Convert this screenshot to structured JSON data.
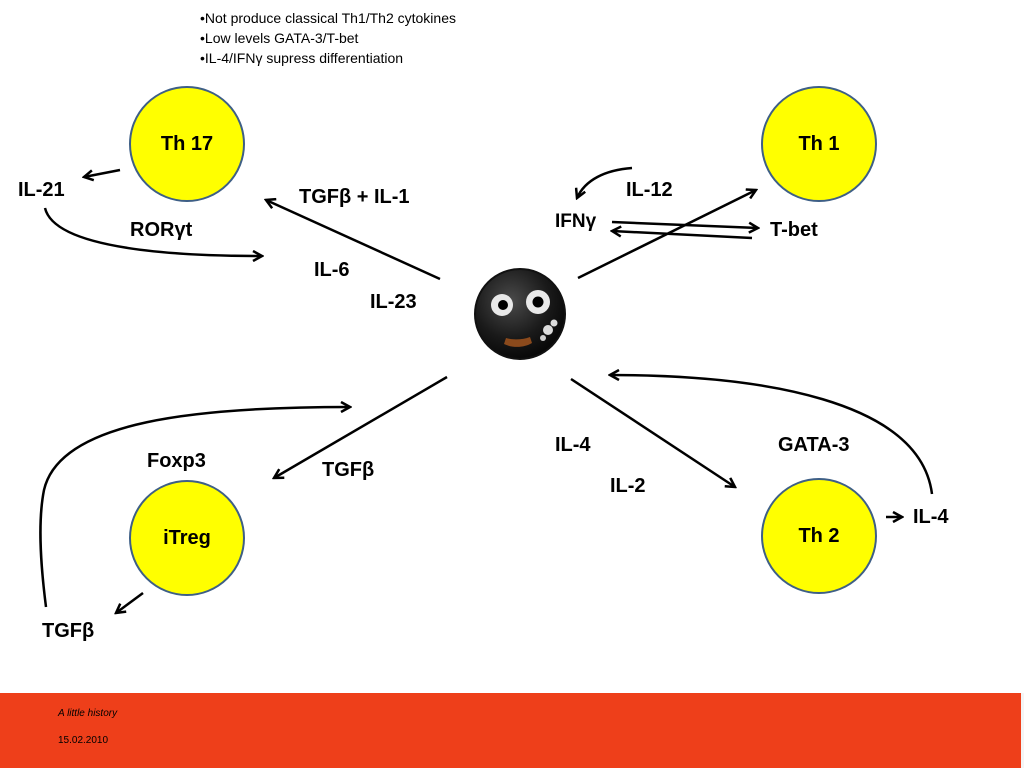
{
  "notes": [
    "Not produce classical Th1/Th2 cytokines",
    "Low levels GATA-3/T-bet",
    "IL-4/IFNγ supress differentiation"
  ],
  "cells": {
    "th17": "Th 17",
    "th1": "Th 1",
    "itreg": "iTreg",
    "th2": "Th 2"
  },
  "labels": {
    "il21": "IL-21",
    "roryt": "RORγt",
    "tgfb_il1": "TGFβ + IL-1",
    "il6": "IL-6",
    "il23": "IL-23",
    "il12": "IL-12",
    "ifng": "IFNγ",
    "tbet": "T-bet",
    "foxp3": "Foxp3",
    "tgfb_center": "TGFβ",
    "tgfb_bottom": "TGFβ",
    "il4_left": "IL-4",
    "il2": "IL-2",
    "gata3": "GATA-3",
    "il4_right": "IL-4"
  },
  "footer": {
    "subtitle": "A little history",
    "date": "15.02.2010"
  },
  "colors": {
    "cell_fill": "#ffff00",
    "cell_border": "#3e5f86",
    "footer_bg": "#ee3f1a"
  }
}
